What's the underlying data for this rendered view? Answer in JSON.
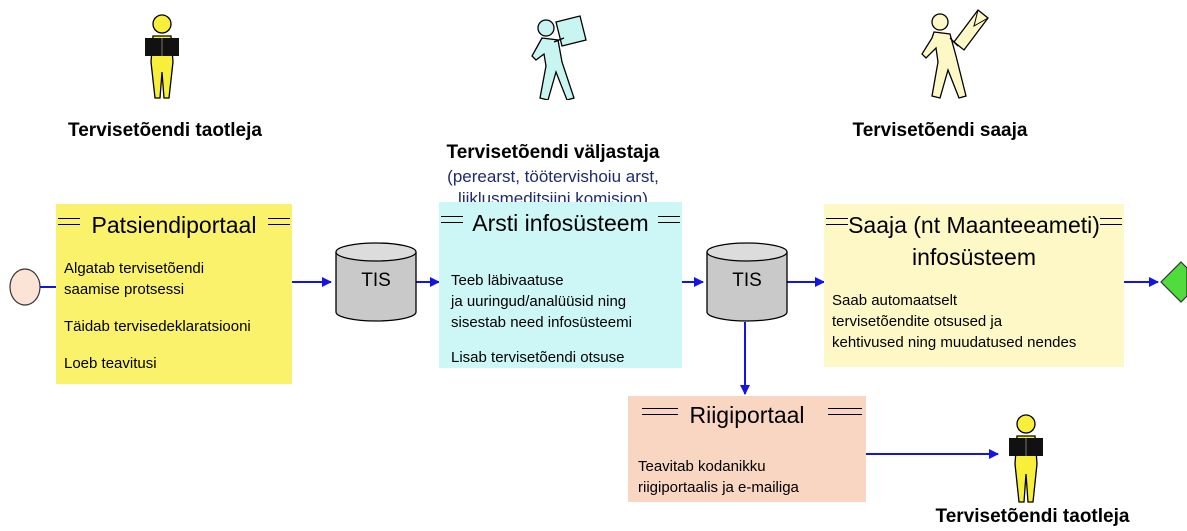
{
  "actors": {
    "applicant_top": {
      "label": "Tervisetõendi taotleja",
      "icon": "person-reading-icon"
    },
    "issuer": {
      "label": "Tervisetõendi väljastaja",
      "sub": [
        "(perearst, töötervishoiu arst,",
        "liiklusmeditsiini komisjon)"
      ],
      "icon": "person-walking-carrying-box-icon"
    },
    "receiver": {
      "label": "Tervisetõendi saaja",
      "icon": "person-walking-with-letter-icon"
    },
    "applicant_bottom": {
      "label": "Tervisetõendi taotleja",
      "icon": "person-reading-icon"
    }
  },
  "boxes": {
    "patient_portal": {
      "title": "Patsiendiportaal",
      "lines": [
        "Algatab tervisetõendi",
        "saamise protsessi",
        "",
        "Täidab tervisedeklaratsiooni",
        "",
        "Loeb teavitusi"
      ],
      "color": "#fbf26b"
    },
    "doctor_system": {
      "title": "Arsti infosüsteem",
      "lines": [
        "Teeb läbivaatuse",
        "ja uuringud/analüüsid ning",
        "sisestab need infosüsteemi",
        "",
        "Lisab tervisetõendi otsuse"
      ],
      "color": "#cdf6f6"
    },
    "receiver_system": {
      "title": [
        "Saaja (nt Maanteeameti)",
        "infosüsteem"
      ],
      "lines": [
        "Saab automaatselt",
        "tervisetõendite otsused ja",
        "kehtivused ning muudatused nendes"
      ],
      "color": "#fdf8c6"
    },
    "state_portal": {
      "title": "Riigiportaal",
      "lines": [
        "Teavitab kodanikku",
        "riigiportaalis ja e-mailiga"
      ],
      "color": "#f8d6c2"
    }
  },
  "stores": {
    "tis1": "TIS",
    "tis2": "TIS"
  },
  "colors": {
    "arrow": "#1414e6",
    "start_event": "#fbe4d6",
    "end_gateway": "#4fdc3c"
  }
}
